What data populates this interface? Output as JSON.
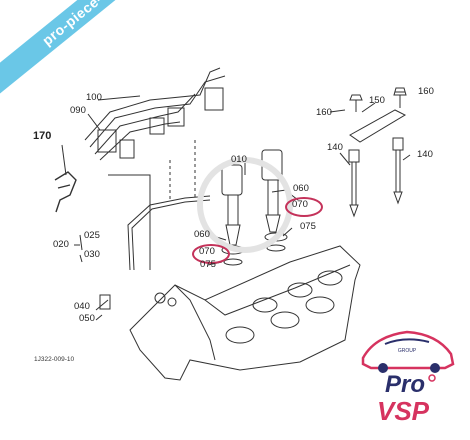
{
  "banner": {
    "text": "pro-piece-vsp.com"
  },
  "part_labels": {
    "p100": "100",
    "p090": "090",
    "p170": "170",
    "p150": "150",
    "p160a": "160",
    "p160b": "160",
    "p140a": "140",
    "p140b": "140",
    "p010": "010",
    "p060a": "060",
    "p060b": "060",
    "p070a": "070",
    "p070b": "070",
    "p075a": "075",
    "p075b": "075",
    "p020": "020",
    "p025": "025",
    "p030": "030",
    "p040": "040",
    "p050": "050"
  },
  "drawing_code": "1J322-009-10",
  "logo": {
    "line1": "Pro",
    "line2": "VSP",
    "tag": "GROUP"
  },
  "colors": {
    "banner": "#5ec3e6",
    "highlight": "#c4325a",
    "logo_red": "#d6335f",
    "logo_navy": "#2a2f6b"
  }
}
